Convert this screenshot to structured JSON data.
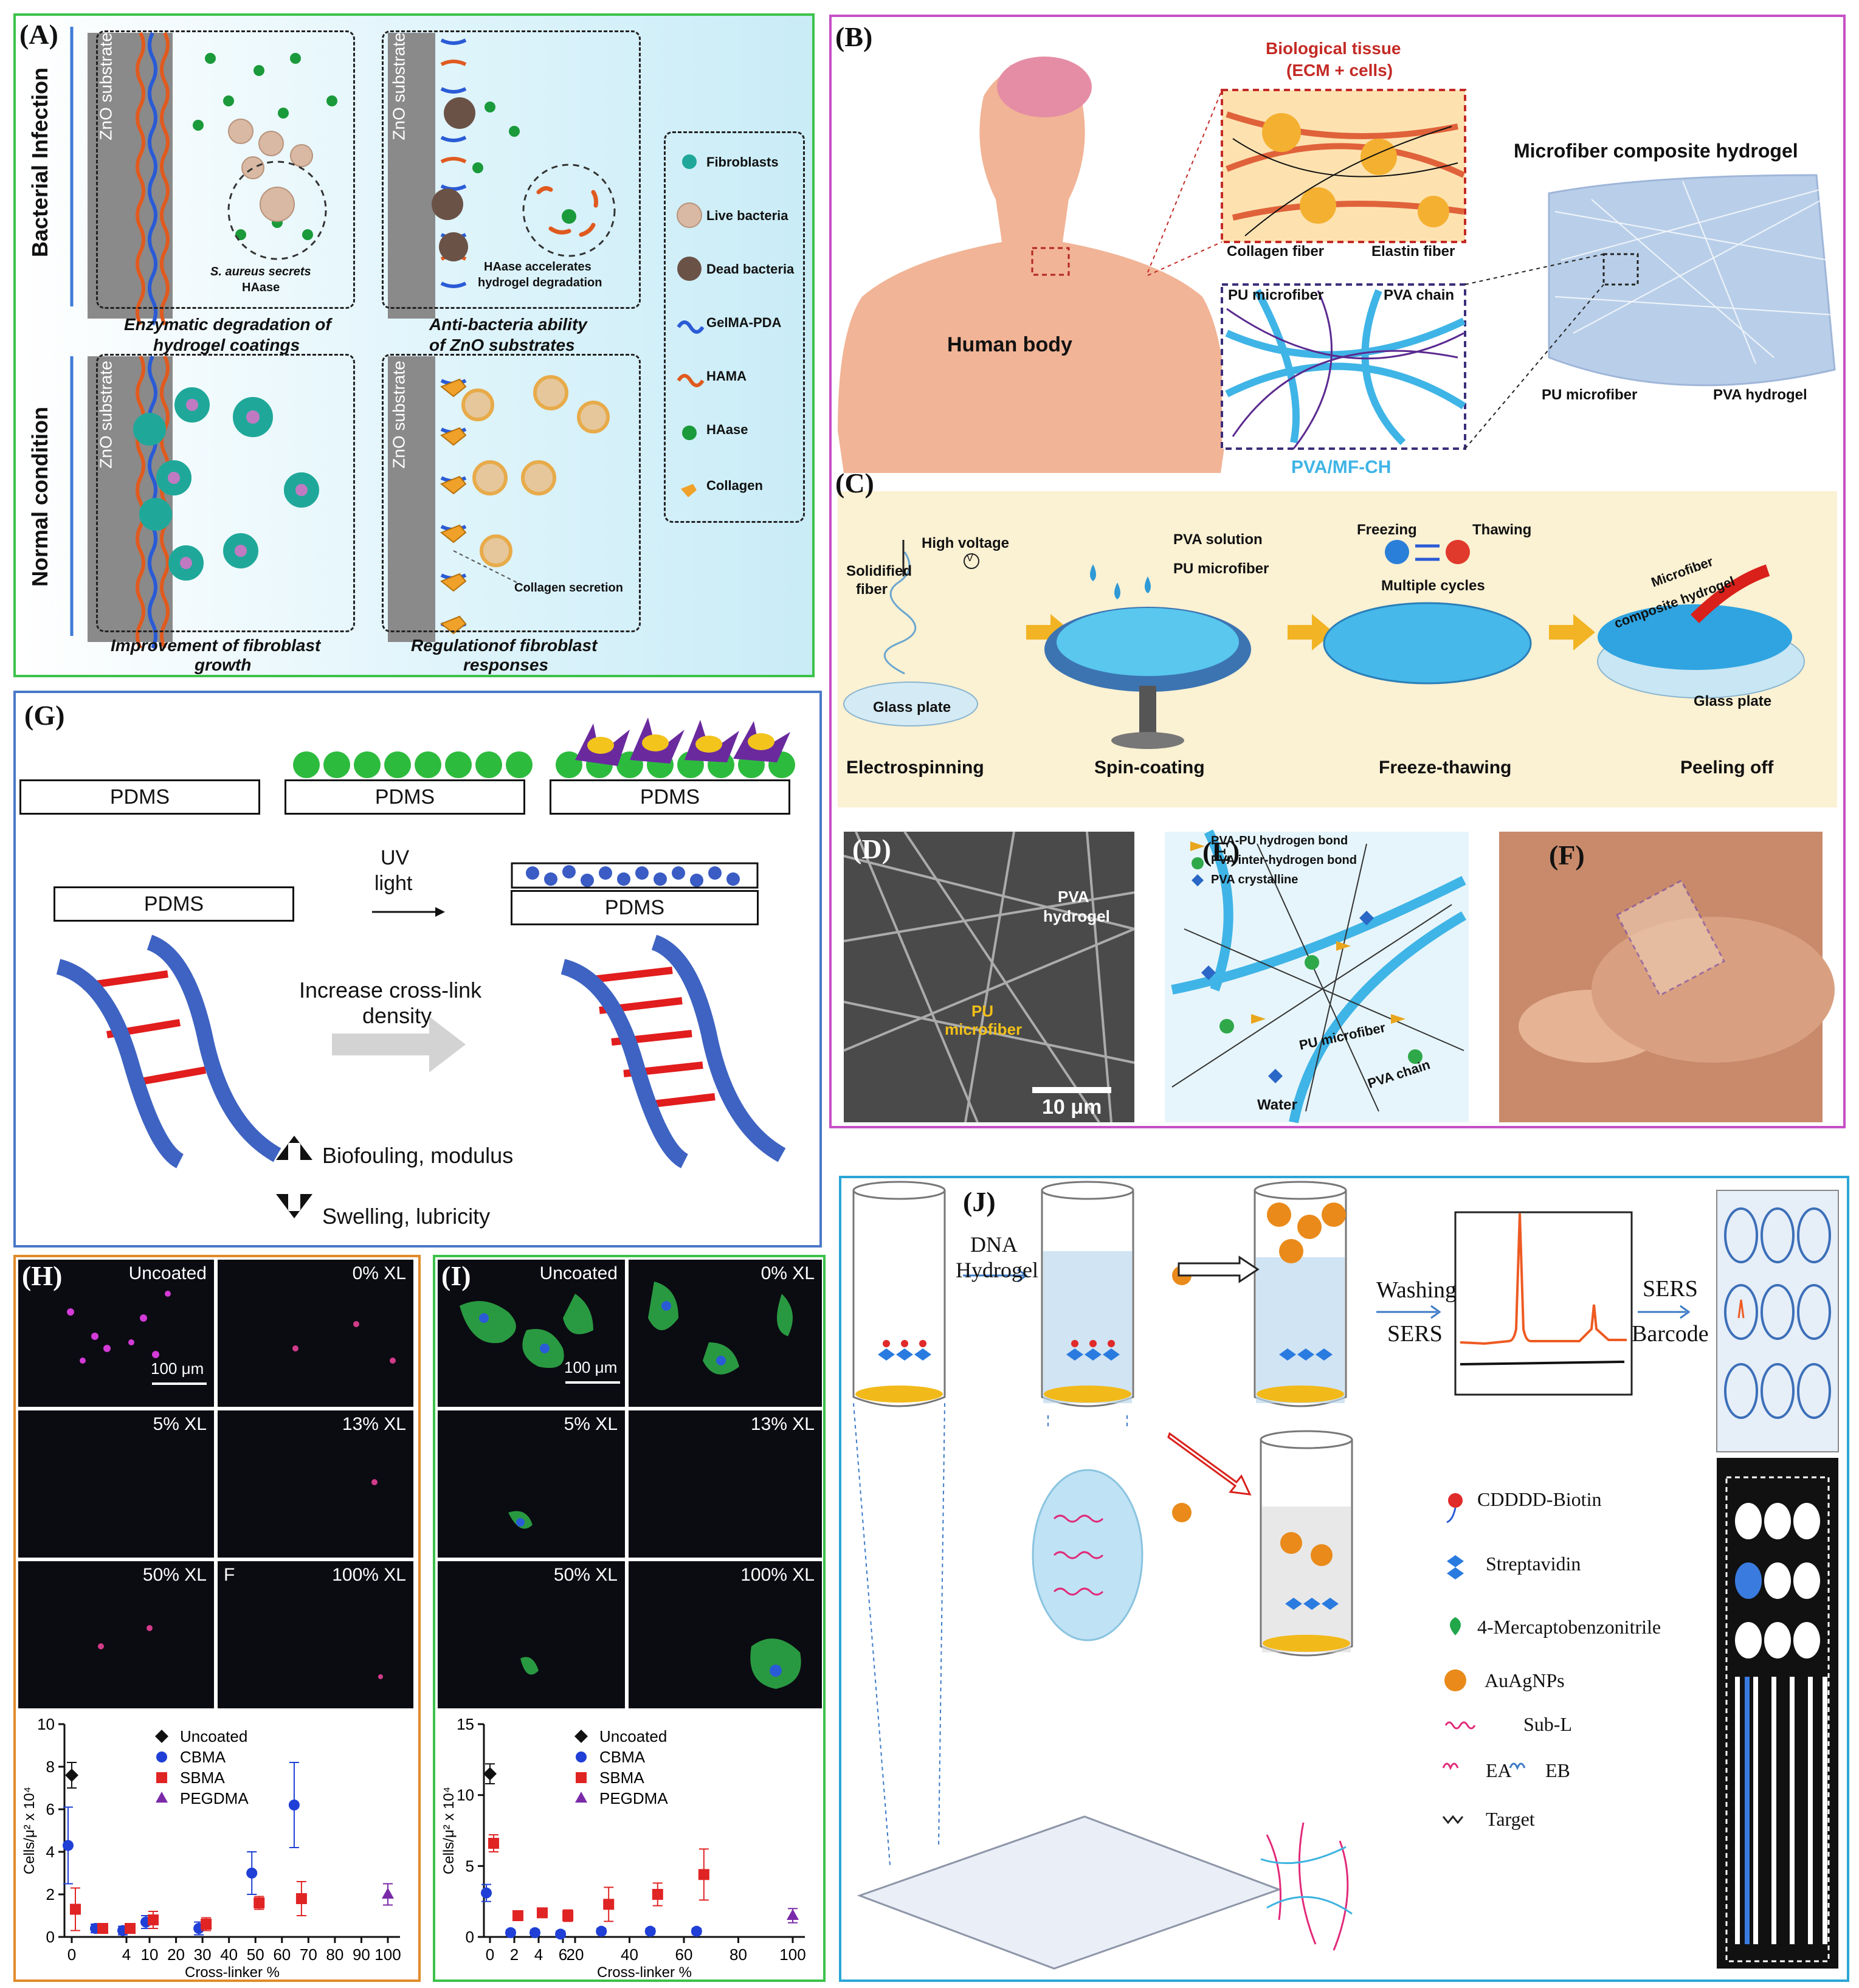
{
  "panel_a": {
    "label": "(A)",
    "row_labels": [
      "Bacterial Infection",
      "Normal condition"
    ],
    "substrate": "ZnO substrate",
    "note_secretes_line1": "S. aureus secrets",
    "note_secretes_line2": "HAase",
    "note_accelerates_line1": "HAase accelerates",
    "note_accelerates_line2": "hydrogel degradation",
    "note_collagen_secretion": "Collagen secretion",
    "captions": [
      [
        "Enzymatic degradation of",
        "hydrogel coatings"
      ],
      [
        "Anti-bacteria ability",
        "of ZnO substrates"
      ],
      [
        "Improvement of fibroblast",
        "growth"
      ],
      [
        "Regulationof fibroblast",
        "responses"
      ]
    ],
    "legend": [
      "Fibroblasts",
      "Live bacteria",
      "Dead bacteria",
      "GelMA-PDA",
      "HAMA",
      "HAase",
      "Collagen"
    ]
  },
  "panel_b": {
    "label": "(B)",
    "bio_tissue_line1": "Biological tissue",
    "bio_tissue_line2": "(ECM + cells)",
    "collagen_fiber": "Collagen fiber",
    "elastin_fiber": "Elastin fiber",
    "human_body": "Human body",
    "pu_microfiber": "PU microfiber",
    "pva_chain": "PVA chain",
    "pva_mf_ch": "PVA/MF-CH",
    "composite_title": "Microfiber composite hydrogel",
    "pu_microfiber_2": "PU microfiber",
    "pva_hydrogel": "PVA hydrogel"
  },
  "panel_c": {
    "label": "(C)",
    "high_voltage": "High voltage",
    "volt_symbol": "V",
    "solidified_line1": "Solidified",
    "solidified_line2": "fiber",
    "glass_plate": "Glass plate",
    "pva_solution": "PVA solution",
    "pu_microfiber": "PU microfiber",
    "freezing": "Freezing",
    "thawing": "Thawing",
    "multiple_cycles": "Multiple cycles",
    "composite_line1": "Microfiber",
    "composite_line2": "composite hydrogel",
    "glass_plate_2": "Glass plate",
    "steps": [
      "Electrospinning",
      "Spin-coating",
      "Freeze-thawing",
      "Peeling off"
    ]
  },
  "panel_d": {
    "label": "(D)",
    "pva_line1": "PVA",
    "pva_line2": "hydrogel",
    "pu_line1": "PU",
    "pu_line2": "microfiber",
    "scale": "10 μm"
  },
  "panel_e": {
    "label": "(E)",
    "legend": [
      "PVA-PU hydrogen bond",
      "PVA inter-hydrogen bond",
      "PVA crystalline"
    ],
    "pu_microfiber": "PU microfiber",
    "pva_chain": "PVA chain",
    "water": "Water"
  },
  "panel_f": {
    "label": "(F)"
  },
  "panel_g": {
    "label": "(G)",
    "pdms": "PDMS",
    "uv_line1": "UV",
    "uv_line2": "light",
    "increase_line1": "Increase cross-link",
    "increase_line2": "density",
    "up_text": "Biofouling, modulus",
    "down_text": "Swelling, lubricity"
  },
  "panel_h": {
    "label": "(H)",
    "images": [
      "Uncoated",
      "0% XL",
      "5% XL",
      "13% XL",
      "50% XL",
      "100% XL"
    ],
    "f_label": "F",
    "scale": "100 μm",
    "chart_data": {
      "type": "scatter",
      "ylabel": "Cells/μ² x 10⁴",
      "xlabel": "Cross-linker %",
      "ylim": [
        0,
        10
      ],
      "yticks": [
        "0",
        "2",
        "4",
        "6",
        "8",
        "10"
      ],
      "xticks": [
        "0",
        "4",
        "10",
        "20",
        "30",
        "40",
        "50",
        "60",
        "70",
        "80",
        "90",
        "100"
      ],
      "legend": [
        "Uncoated",
        "CBMA",
        "SBMA",
        "PEGDMA"
      ],
      "series": [
        {
          "name": "Uncoated",
          "color": "#111111",
          "marker": "diamond",
          "points": [
            [
              0,
              7.6
            ]
          ],
          "err": [
            0.6
          ]
        },
        {
          "name": "CBMA",
          "color": "#1f3fd6",
          "marker": "circle",
          "points": [
            [
              0,
              4.3
            ],
            [
              2,
              0.4
            ],
            [
              4,
              0.3
            ],
            [
              10,
              0.7
            ],
            [
              30,
              0.4
            ],
            [
              50,
              3.0
            ],
            [
              66,
              6.2
            ]
          ],
          "err": [
            1.8,
            0.2,
            0.2,
            0.3,
            0.3,
            1.0,
            2.0
          ]
        },
        {
          "name": "SBMA",
          "color": "#e02424",
          "marker": "square",
          "points": [
            [
              0,
              1.3
            ],
            [
              2,
              0.4
            ],
            [
              4,
              0.4
            ],
            [
              10,
              0.8
            ],
            [
              30,
              0.6
            ],
            [
              50,
              1.6
            ],
            [
              66,
              1.8
            ]
          ],
          "err": [
            1.0,
            0.2,
            0.2,
            0.4,
            0.3,
            0.3,
            0.8
          ]
        },
        {
          "name": "PEGDMA",
          "color": "#7a2aa8",
          "marker": "triangle",
          "points": [
            [
              100,
              2.0
            ]
          ],
          "err": [
            0.5
          ]
        }
      ]
    }
  },
  "panel_i": {
    "label": "(I)",
    "images": [
      "Uncoated",
      "0% XL",
      "5% XL",
      "13% XL",
      "50% XL",
      "100% XL"
    ],
    "scale": "100 μm",
    "chart_data": {
      "type": "scatter",
      "ylabel": "Cells/μ² x 10⁴",
      "xlabel": "Cross-linker %",
      "ylim": [
        0,
        15
      ],
      "yticks": [
        "0",
        "5",
        "10",
        "15"
      ],
      "xticks": [
        "0",
        "2",
        "4",
        "6",
        "20",
        "40",
        "60",
        "80",
        "100"
      ],
      "legend": [
        "Uncoated",
        "CBMA",
        "SBMA",
        "PEGDMA"
      ],
      "series": [
        {
          "name": "Uncoated",
          "color": "#111111",
          "marker": "diamond",
          "points": [
            [
              0,
              11.5
            ]
          ],
          "err": [
            0.7
          ]
        },
        {
          "name": "CBMA",
          "color": "#1f3fd6",
          "marker": "circle",
          "points": [
            [
              0,
              3.1
            ],
            [
              2,
              0.3
            ],
            [
              4,
              0.3
            ],
            [
              16,
              0.2
            ],
            [
              31,
              0.4
            ],
            [
              49,
              0.4
            ],
            [
              66,
              0.4
            ]
          ],
          "err": [
            0.6,
            0.2,
            0.2,
            0.2,
            0.2,
            0.2,
            0.2
          ]
        },
        {
          "name": "SBMA",
          "color": "#e02424",
          "marker": "square",
          "points": [
            [
              0,
              6.6
            ],
            [
              2,
              1.5
            ],
            [
              4,
              1.7
            ],
            [
              16,
              1.5
            ],
            [
              31,
              2.3
            ],
            [
              49,
              3.0
            ],
            [
              66,
              4.4
            ]
          ],
          "err": [
            0.6,
            0.3,
            0.3,
            0.4,
            1.2,
            0.8,
            1.8
          ]
        },
        {
          "name": "PEGDMA",
          "color": "#7a2aa8",
          "marker": "triangle",
          "points": [
            [
              100,
              1.5
            ]
          ],
          "err": [
            0.5
          ]
        }
      ]
    }
  },
  "panel_j": {
    "label": "(J)",
    "dna_line1": "DNA",
    "dna_line2": "Hydrogel",
    "washing": "Washing",
    "sers": "SERS",
    "sers_2": "SERS",
    "barcode": "Barcode",
    "legend": [
      "CDDDD-Biotin",
      "Streptavidin",
      "4-Mercaptobenzonitrile",
      "AuAgNPs",
      "Sub-L"
    ],
    "ea": "EA",
    "eb": "EB",
    "target": "Target"
  },
  "colors": {
    "a_border": "#3cc24a",
    "b_border": "#c64fc6",
    "g_border": "#4a78c8",
    "h_border": "#e08a2a",
    "i_border": "#3cc24a",
    "j_border": "#2aa6d6"
  }
}
